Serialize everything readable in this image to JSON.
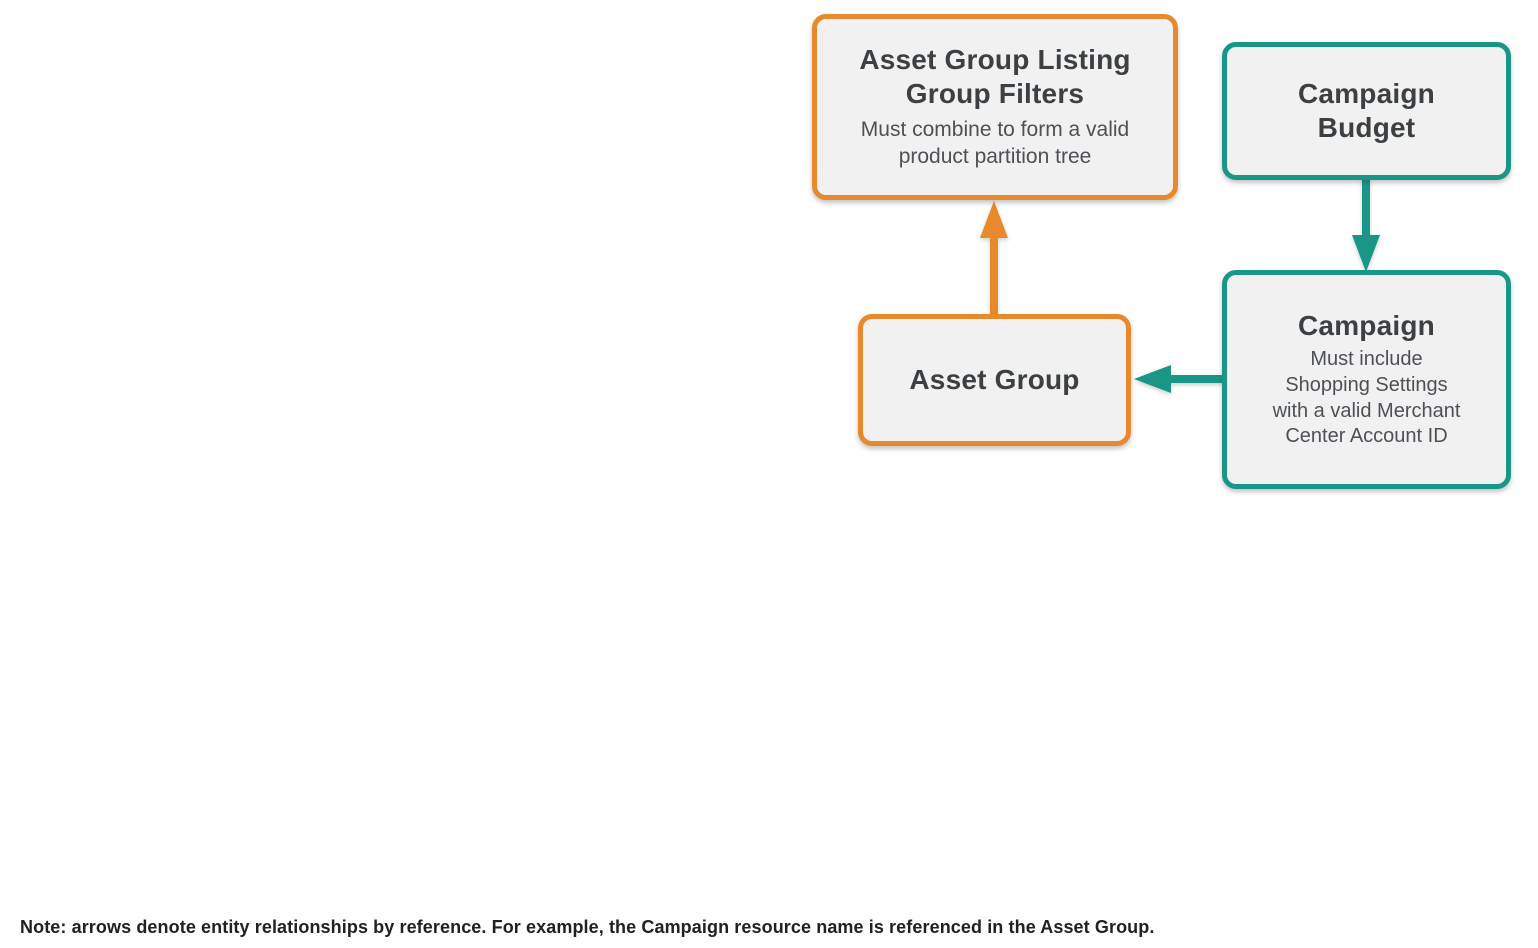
{
  "theme": {
    "orange": "#E8892B",
    "teal": "#1A9687",
    "box_fill": "#F1F1F1",
    "title_color": "#3C4043",
    "subtitle_color": "#4D5156",
    "note_color": "#202124",
    "background": "#FFFFFF"
  },
  "diagram": {
    "nodes": [
      {
        "id": "asset-group-listing-group-filters",
        "title": "Asset Group Listing Group Filters",
        "subtitle": "Must combine to form a valid product partition tree",
        "accent": "orange"
      },
      {
        "id": "campaign-budget",
        "title": "Campaign Budget",
        "subtitle": "",
        "accent": "teal"
      },
      {
        "id": "asset-group",
        "title": "Asset Group",
        "subtitle": "",
        "accent": "orange"
      },
      {
        "id": "campaign",
        "title": "Campaign",
        "subtitle": "Must include Shopping Settings with a valid Merchant Center Account ID",
        "accent": "teal"
      }
    ],
    "edges": [
      {
        "from": "asset-group",
        "to": "asset-group-listing-group-filters",
        "color": "orange"
      },
      {
        "from": "campaign-budget",
        "to": "campaign",
        "color": "teal"
      },
      {
        "from": "campaign",
        "to": "asset-group",
        "color": "teal"
      }
    ]
  },
  "note": "Note: arrows denote entity relationships by reference. For example, the Campaign resource name is referenced in the Asset Group."
}
